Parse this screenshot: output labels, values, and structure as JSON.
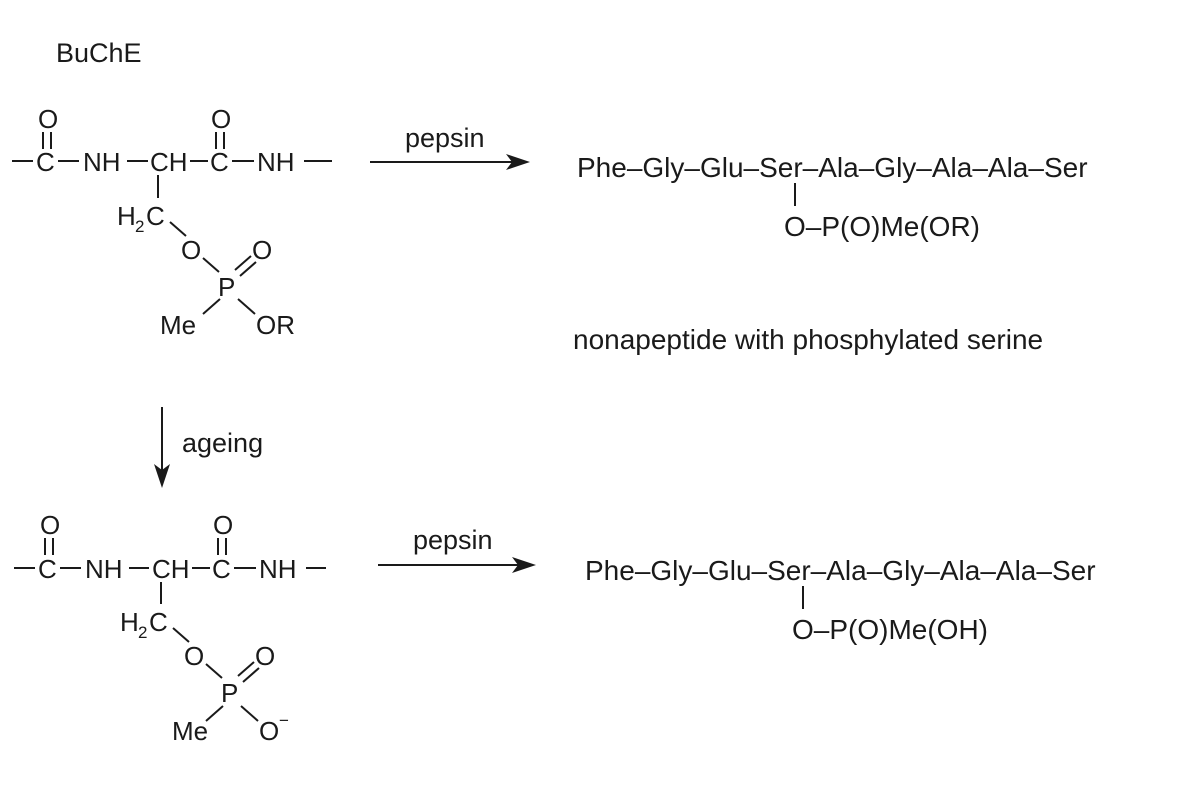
{
  "enzyme_label": "BuChE",
  "step_labels": {
    "pepsin_top": "pepsin",
    "pepsin_bottom": "pepsin",
    "ageing": "ageing"
  },
  "top_structure": {
    "backbone": [
      "C",
      "NH",
      "CH",
      "C",
      "NH"
    ],
    "carbonyl_oxygens": [
      "O",
      "O"
    ],
    "methylene": "H",
    "methylene_sub": "2",
    "methylene_c": "C",
    "ester_oxygen": "O",
    "phosphorus": "P",
    "phosphoryl_oxygen": "O",
    "methyl": "Me",
    "alkoxy": "OR"
  },
  "bottom_structure": {
    "backbone": [
      "C",
      "NH",
      "CH",
      "C",
      "NH"
    ],
    "carbonyl_oxygens": [
      "O",
      "O"
    ],
    "methylene": "H",
    "methylene_sub": "2",
    "methylene_c": "C",
    "ester_oxygen": "O",
    "phosphorus": "P",
    "phosphoryl_oxygen": "O",
    "methyl": "Me",
    "oxide": "O",
    "oxide_charge": "−"
  },
  "top_product": {
    "peptide": "Phe–Gly–Glu–Ser–Ala–Gly–Ala–Ala–Ser",
    "modification": "O–P(O)Me(OR)",
    "caption": "nonapeptide with phosphylated serine"
  },
  "bottom_product": {
    "peptide": "Phe–Gly–Glu–Ser–Ala–Gly–Ala–Ala–Ser",
    "modification": "O–P(O)Me(OH)"
  }
}
